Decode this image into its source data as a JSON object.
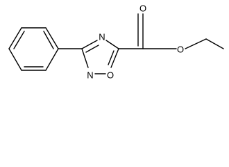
{
  "molecule": {
    "atoms": {
      "ring_nitrogen_top": "N",
      "ring_nitrogen_bottom": "N",
      "ring_oxygen": "O",
      "carbonyl_oxygen": "O",
      "ester_oxygen": "O"
    }
  }
}
